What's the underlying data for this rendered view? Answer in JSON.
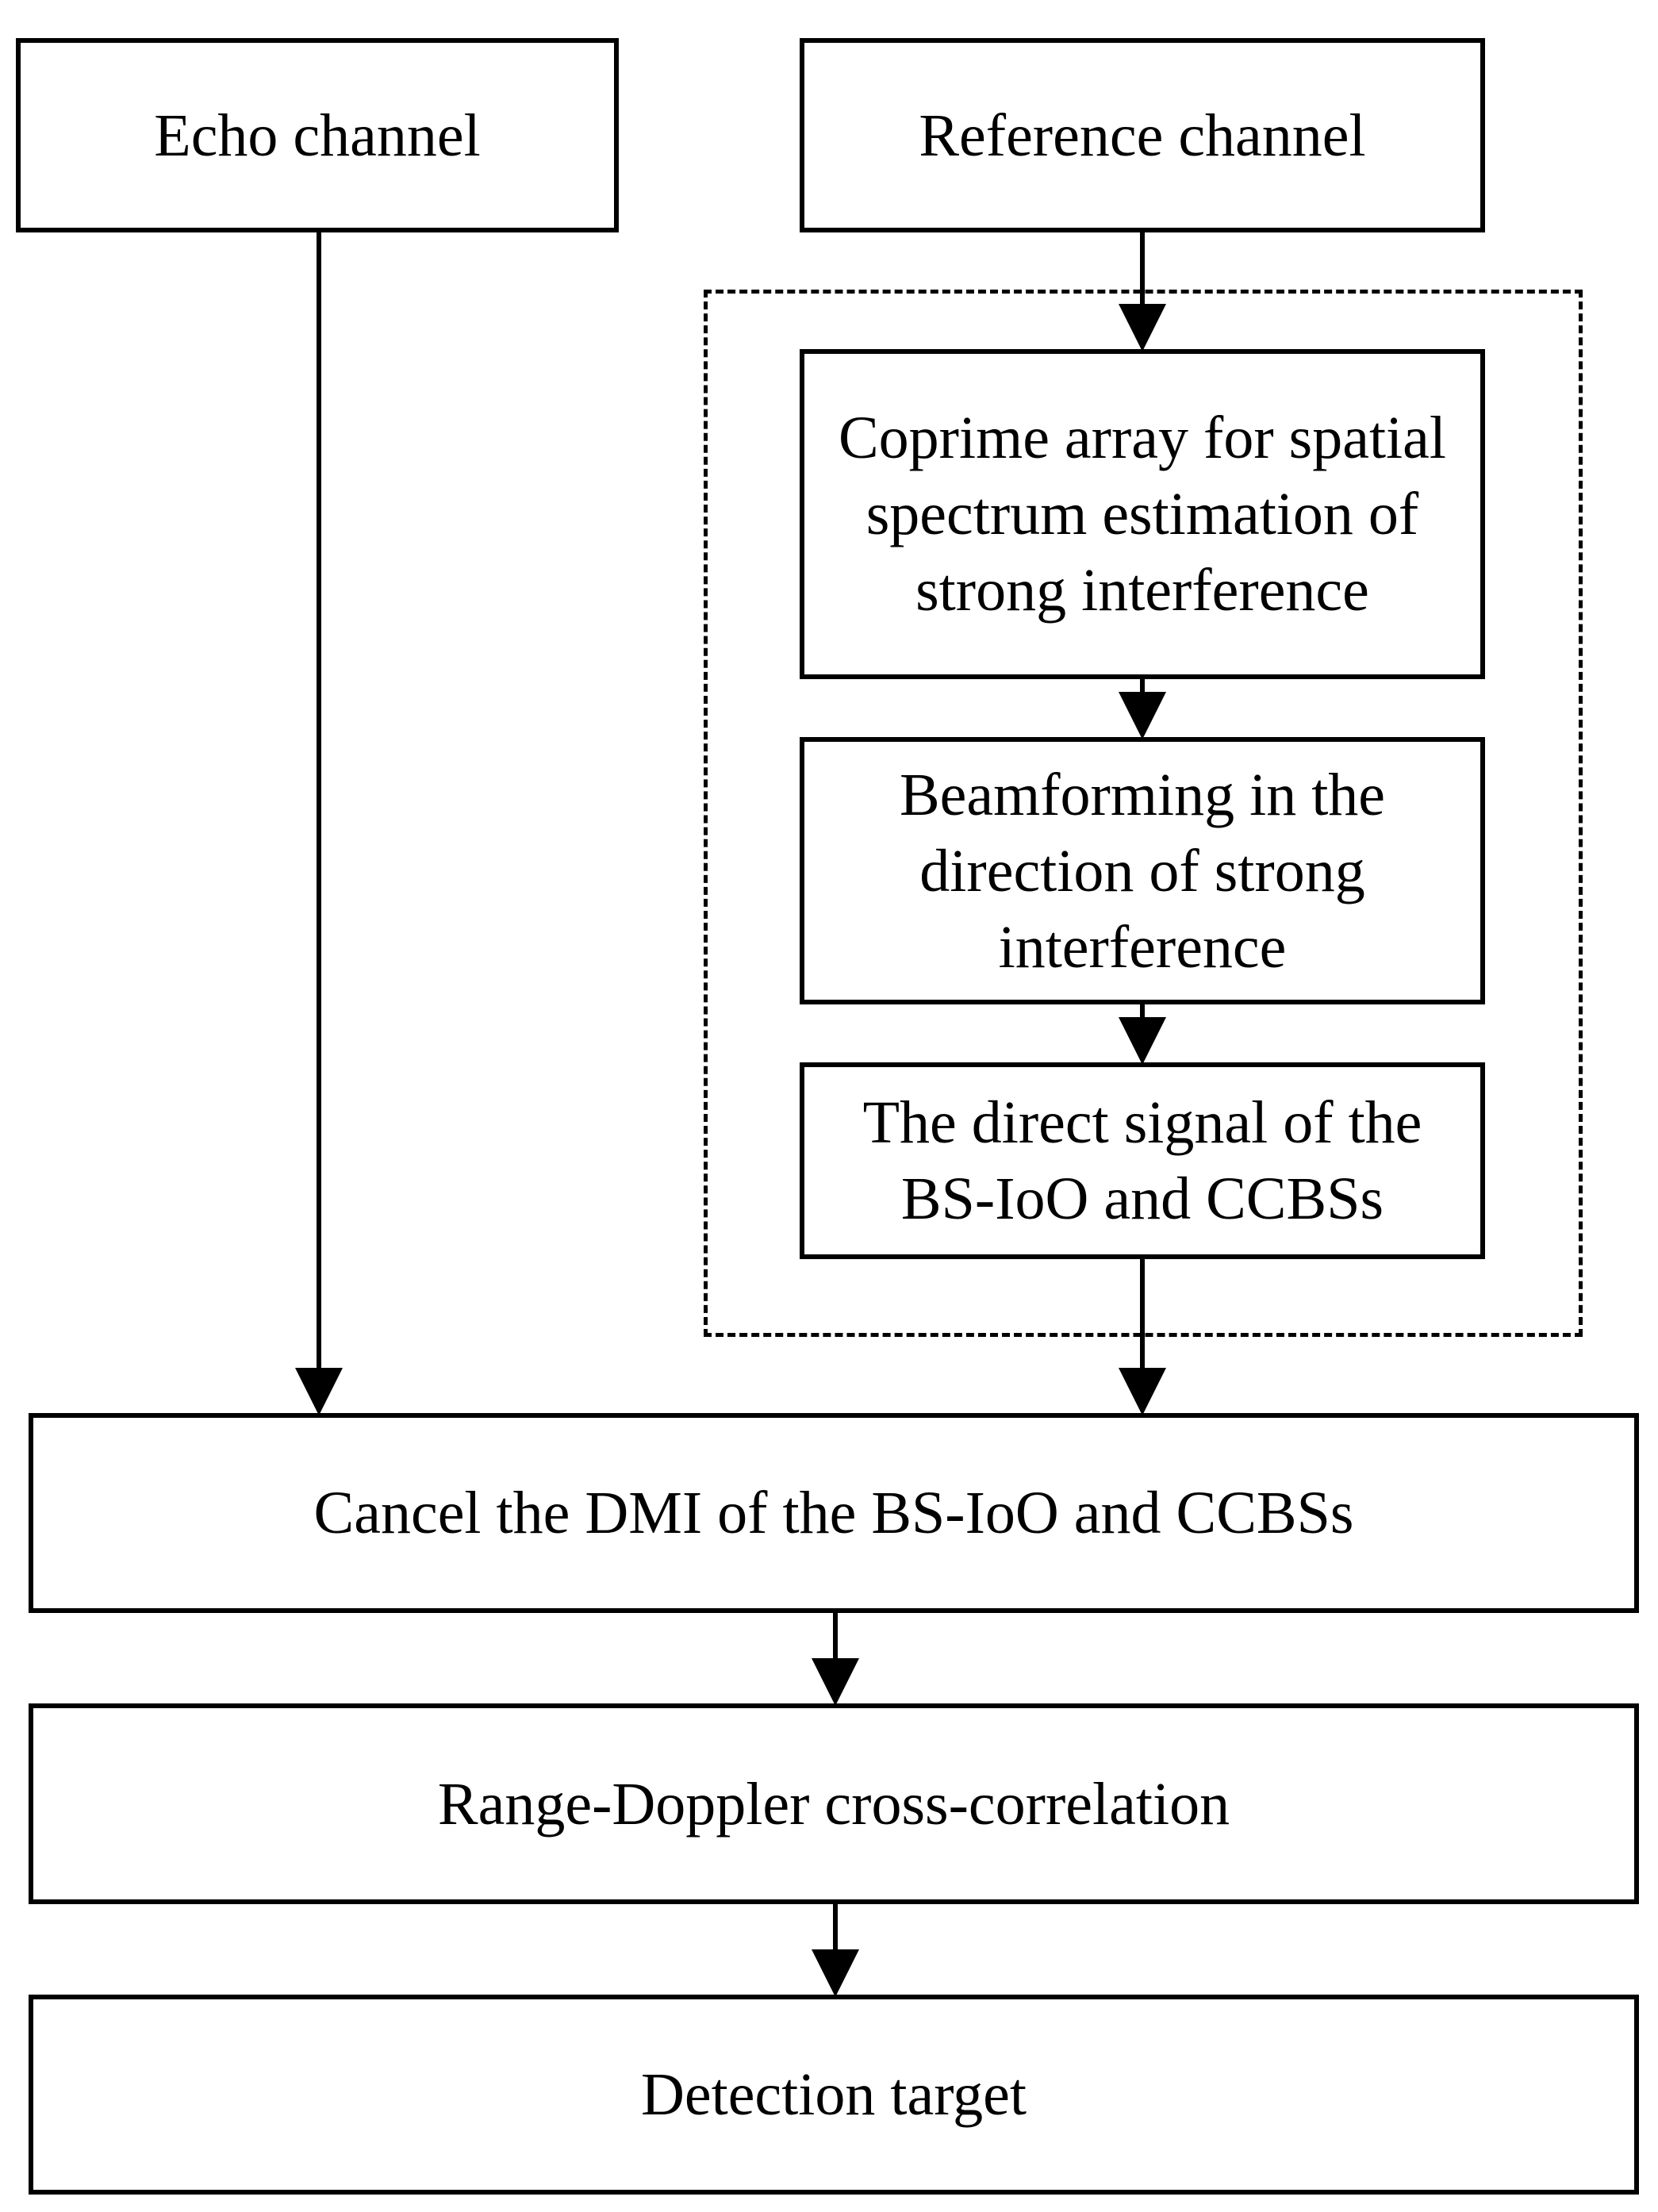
{
  "diagram": {
    "nodes": {
      "echo_channel": {
        "label": "Echo channel"
      },
      "reference_channel": {
        "label": "Reference channel"
      },
      "coprime_array": {
        "label": "Coprime array for spatial\nspectrum estimation of\nstrong interference"
      },
      "beamforming": {
        "label": "Beamforming in the\ndirection of strong\ninterference"
      },
      "direct_signal": {
        "label": "The direct signal of the\nBS-IoO and CCBSs"
      },
      "cancel_dmi": {
        "label": "Cancel the DMI of the BS-IoO and CCBSs"
      },
      "range_doppler": {
        "label": "Range-Doppler cross-correlation"
      },
      "detection_target": {
        "label": "Detection target"
      }
    },
    "edges": [
      {
        "from": "echo_channel",
        "to": "cancel_dmi"
      },
      {
        "from": "reference_channel",
        "to": "coprime_array"
      },
      {
        "from": "coprime_array",
        "to": "beamforming"
      },
      {
        "from": "beamforming",
        "to": "direct_signal"
      },
      {
        "from": "direct_signal",
        "to": "cancel_dmi"
      },
      {
        "from": "cancel_dmi",
        "to": "range_doppler"
      },
      {
        "from": "range_doppler",
        "to": "detection_target"
      }
    ],
    "colors": {
      "stroke": "#000000",
      "background": "#ffffff"
    }
  }
}
